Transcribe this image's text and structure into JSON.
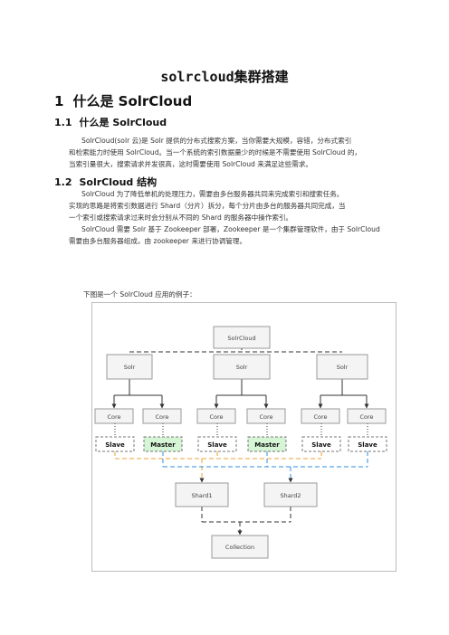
{
  "doc": {
    "title": "solrcloud集群搭建",
    "section1": {
      "number": "1",
      "title": "什么是 SolrCloud"
    },
    "section1_1": {
      "number": "1.1",
      "title": "什么是 SolrCloud",
      "lines": [
        "SolrCloud(solr  云)是 Solr 提供的分布式搜索方案，当你需要大规模，容错，分布式索引",
        "和检索能力时使用  SolrCloud。当一个系统的索引数据量少的时候是不需要使用 SolrCloud 的，",
        "当索引量很大，搜索请求并发很高，这时需要使用 SolrCloud 来满足这些需求。"
      ]
    },
    "section1_2": {
      "number": "1.2",
      "title": "SolrCloud 结构",
      "lines": [
        "SolrCloud  为了降低单机的处理压力，需要由多台服务器共同来完成索引和搜索任务。",
        "实现的思路是将索引数据进行 Shard（分片）拆分，每个分片由多台的服务器共同完成，当",
        "一个索引或搜索请求过来时会分别从不同的 Shard 的服务器中操作索引。",
        "SolrCloud 需要 Solr 基于 Zookeeper 部署，Zookeeper 是一个集群管理软件，由于 SolrCloud",
        "需要由多台服务器组成，由 zookeeper 来进行协调管理。"
      ]
    },
    "figure_caption": "下图是一个 SolrCloud 应用的例子："
  },
  "diagram": {
    "root": "SolrCloud",
    "solr": [
      "Solr",
      "Solr",
      "Solr"
    ],
    "cores": [
      "Core",
      "Core",
      "Core",
      "Core",
      "Core",
      "Core"
    ],
    "roles": [
      "Slave",
      "Master",
      "Slave",
      "Master",
      "Slave",
      "Slave"
    ],
    "shards": [
      "Shard1",
      "Shard2"
    ],
    "collection": "Collection",
    "colors": {
      "orange": "#f0a030",
      "blue": "#2f8fe0",
      "master_fill": "#d6f5d6",
      "box_fill": "#f4f4f4",
      "box_stroke": "#9a9a9a"
    }
  }
}
